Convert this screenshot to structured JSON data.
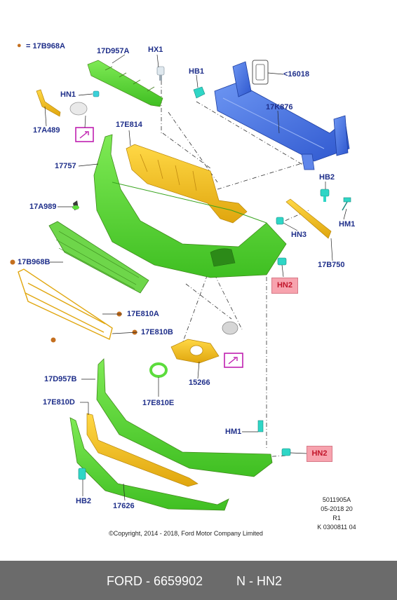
{
  "legend": {
    "symbol": "●",
    "text": "= 17B968A"
  },
  "labels": {
    "p17D957A": "17D957A",
    "pHX1": "HX1",
    "pHB1": "HB1",
    "p16018": "<16018",
    "pHN1": "HN1",
    "p17K876": "17K876",
    "p17A489": "17A489",
    "p17E814": "17E814",
    "p17757": "17757",
    "pHB2a": "HB2",
    "p17A989": "17A989",
    "pHM1a": "HM1",
    "pHN3": "HN3",
    "p17B968B": "17B968B",
    "p17B750": "17B750",
    "p17E810A": "17E810A",
    "p17E810B": "17E810B",
    "p17D957B": "17D957B",
    "p15266": "15266",
    "p17E810E": "17E810E",
    "p17E810D": "17E810D",
    "pHM1b": "HM1",
    "pHB2b": "HB2",
    "p17626": "17626"
  },
  "callouts": {
    "hn2a": "HN2",
    "hn2b": "HN2"
  },
  "drawing_info": {
    "l1": "5011905A",
    "l2": "05-2018 20",
    "l3": "R1",
    "l4": "K 0300811 04"
  },
  "copyright": "©Copyright, 2014 - 2018, Ford Motor Company Limited",
  "footer": {
    "brand_part": "FORD - 6659902",
    "note": "N - HN2"
  },
  "colors": {
    "green": "#5cdc3c",
    "blue": "#3a6ee8",
    "yellow": "#f2c21a",
    "pink": "#f7a3ae",
    "footer": "#6b6b6b",
    "label": "#1f2f8a"
  }
}
